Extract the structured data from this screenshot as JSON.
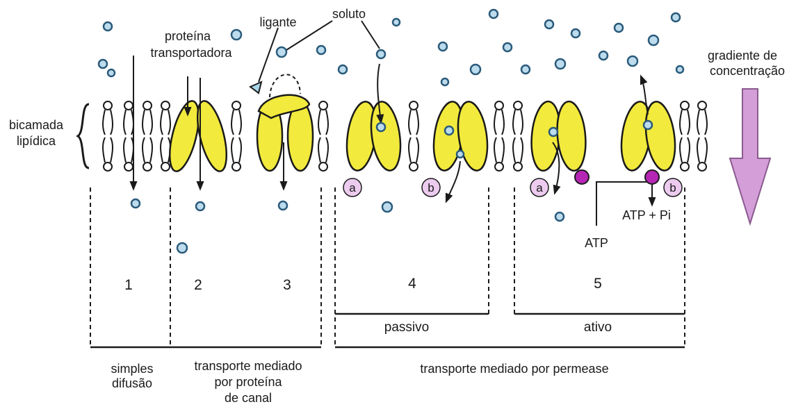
{
  "labels": {
    "bicamada": "bicamada",
    "lipidica": "lipídica",
    "proteina": "proteína",
    "transportadora": "transportadora",
    "ligante": "ligante",
    "soluto": "soluto",
    "gradiente1": "gradiente de",
    "gradiente2": "concentração",
    "atp_pi": "ATP + Pi",
    "atp": "ATP",
    "passivo": "passivo",
    "ativo": "ativo",
    "simples": "simples",
    "difusao": "difusão",
    "canal1": "transporte mediado",
    "canal2": "por proteína",
    "canal3": "de canal",
    "permease": "transporte mediado por permease"
  },
  "numbers": [
    "1",
    "2",
    "3",
    "4",
    "5"
  ],
  "markers": [
    "a",
    "b",
    "a",
    "b"
  ],
  "colors": {
    "protein_fill": "#f2ea3c",
    "protein_stroke": "#1a1a1a",
    "solute_fill": "#bcdcee",
    "solute_stroke": "#2a5a7a",
    "atp_ball": "#b526b5",
    "marker_fill": "#eccbef",
    "arrow_fill": "#d49ed9",
    "ligand_fill": "#a9d6ea"
  },
  "icons": [
    "solute-molecule-icon",
    "ligand-icon",
    "phosphate-icon",
    "gradient-arrow-icon"
  ]
}
